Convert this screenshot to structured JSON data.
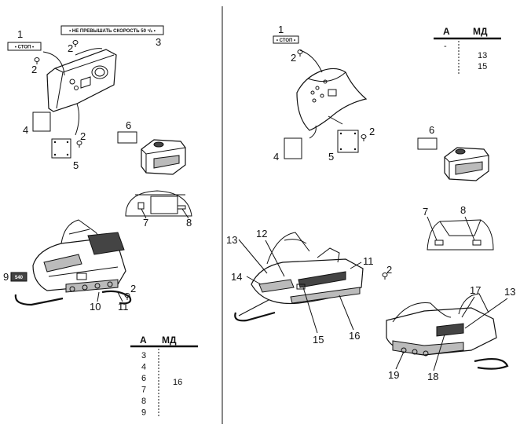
{
  "left": {
    "callouts": {
      "n1": "1",
      "n2a": "2",
      "n2b": "2",
      "n2c": "2",
      "n2d": "2",
      "n3": "3",
      "n4": "4",
      "n5": "5",
      "n6": "6",
      "n7": "7",
      "n8": "8",
      "n9": "9",
      "n10": "10",
      "n11": "11"
    },
    "decals": {
      "stop": "• СТОП •",
      "speed": "• НЕ ПРЕВЫШАТЬ СКОРОСТЬ 50 ⁿ/ₕ •",
      "plate": "540"
    },
    "table": {
      "col_a": "А",
      "col_md": "МД",
      "rows_a": [
        "3",
        "4",
        "6",
        "7",
        "8",
        "9"
      ],
      "md_value": "16"
    }
  },
  "right": {
    "callouts": {
      "n1": "1",
      "n2a": "2",
      "n2b": "2",
      "n2c": "2",
      "n4": "4",
      "n5": "5",
      "n6": "6",
      "n7": "7",
      "n8": "8",
      "n11": "11",
      "n12": "12",
      "n13a": "13",
      "n13b": "13",
      "n14": "14",
      "n15": "15",
      "n16": "16",
      "n17": "17",
      "n18": "18",
      "n19": "19"
    },
    "decals": {
      "stop": "• СТОП •"
    },
    "table": {
      "col_a": "А",
      "col_md": "МД",
      "a_value": "-",
      "md_values": [
        "13",
        "15"
      ]
    }
  }
}
